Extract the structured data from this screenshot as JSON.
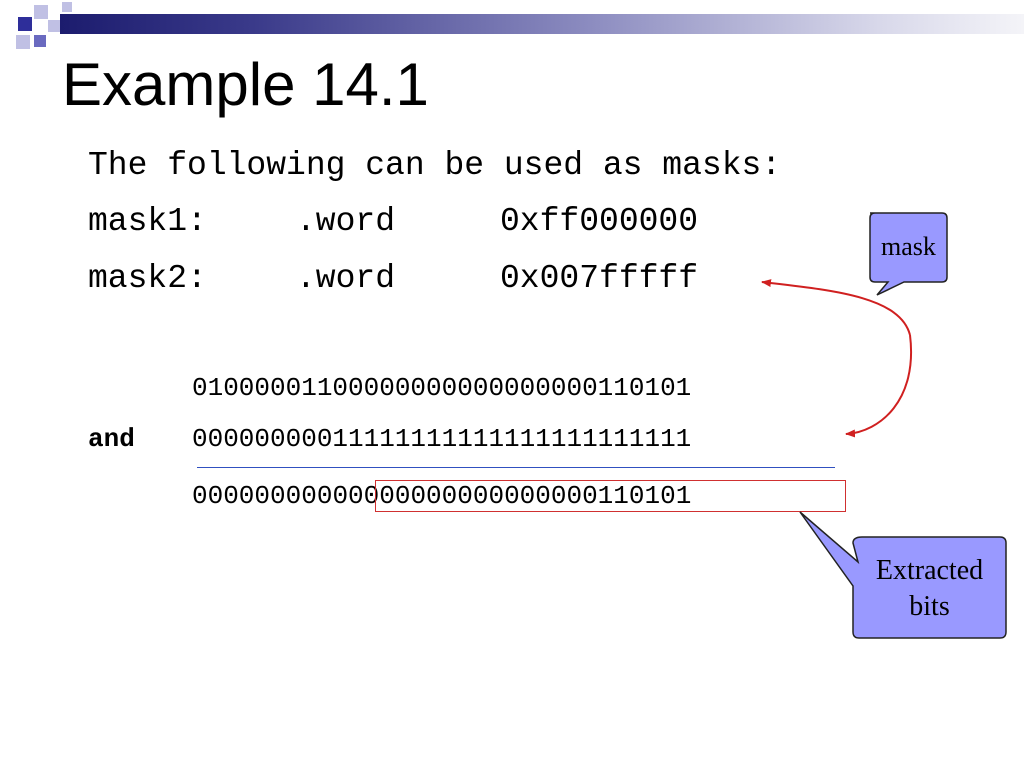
{
  "slide": {
    "title": "Example 14.1",
    "intro": "The following can be used as masks:",
    "mask_lines": [
      {
        "label": "mask1:",
        "directive": ".word",
        "value": "0xff000000"
      },
      {
        "label": "mask2:",
        "directive": ".word",
        "value": "0x007fffff"
      }
    ],
    "operation": {
      "operand1": "01000001100000000000000000110101",
      "operator": "and",
      "operand2": "00000000011111111111111111111111",
      "result_prefix": "000000000",
      "result_extracted": "00000000000000000110101"
    },
    "callouts": {
      "mask": "mask",
      "extracted": [
        "Extracted",
        "bits"
      ]
    }
  },
  "colors": {
    "callout_fill": "#9999ff",
    "arrow": "#d02020",
    "rule": "#3050c0",
    "box": "#d03030",
    "bar_dark": "#1c1c6e",
    "square": "#4a4ab0",
    "square_light": "#b8b8e0"
  }
}
